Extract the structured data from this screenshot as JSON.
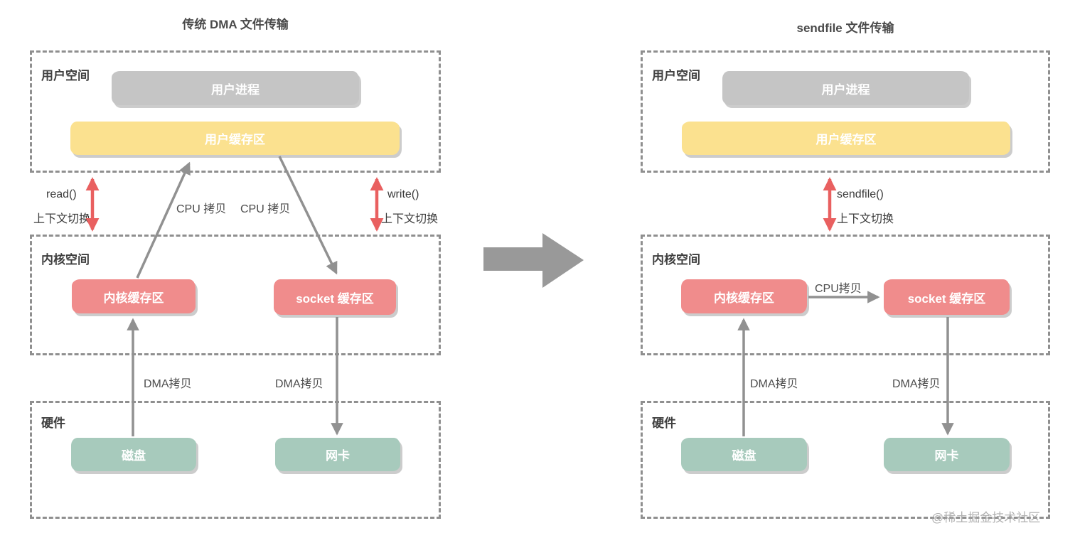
{
  "left": {
    "title": "传统 DMA 文件传输",
    "user_space_label": "用户空间",
    "user_process": "用户进程",
    "user_buffer": "用户缓存区",
    "read_call": "read()",
    "read_context": "上下文切换",
    "cpu_copy_1": "CPU 拷贝",
    "cpu_copy_2": "CPU 拷贝",
    "write_call": "write()",
    "write_context": "上下文切换",
    "kernel_space_label": "内核空间",
    "kernel_buffer": "内核缓存区",
    "socket_buffer": "socket 缓存区",
    "dma_copy_1": "DMA拷贝",
    "dma_copy_2": "DMA拷贝",
    "hardware_label": "硬件",
    "disk": "磁盘",
    "nic": "网卡"
  },
  "right": {
    "title": "sendfile 文件传输",
    "user_space_label": "用户空间",
    "user_process": "用户进程",
    "user_buffer": "用户缓存区",
    "sendfile_call": "sendfile()",
    "sendfile_context": "上下文切换",
    "cpu_copy": "CPU拷贝",
    "kernel_space_label": "内核空间",
    "kernel_buffer": "内核缓存区",
    "socket_buffer": "socket 缓存区",
    "dma_copy_1": "DMA拷贝",
    "dma_copy_2": "DMA拷贝",
    "hardware_label": "硬件",
    "disk": "磁盘",
    "nic": "网卡"
  },
  "watermark": "@稀土掘金技术社区",
  "colors": {
    "process_box": "#c5c5c5",
    "user_buffer_box": "#fbe18f",
    "kernel_buffer_box": "#f08c8c",
    "hardware_box": "#a7cabc",
    "context_switch_arrow": "#e96060",
    "copy_arrow": "#919191",
    "dashed_border": "#8f8f8f"
  }
}
